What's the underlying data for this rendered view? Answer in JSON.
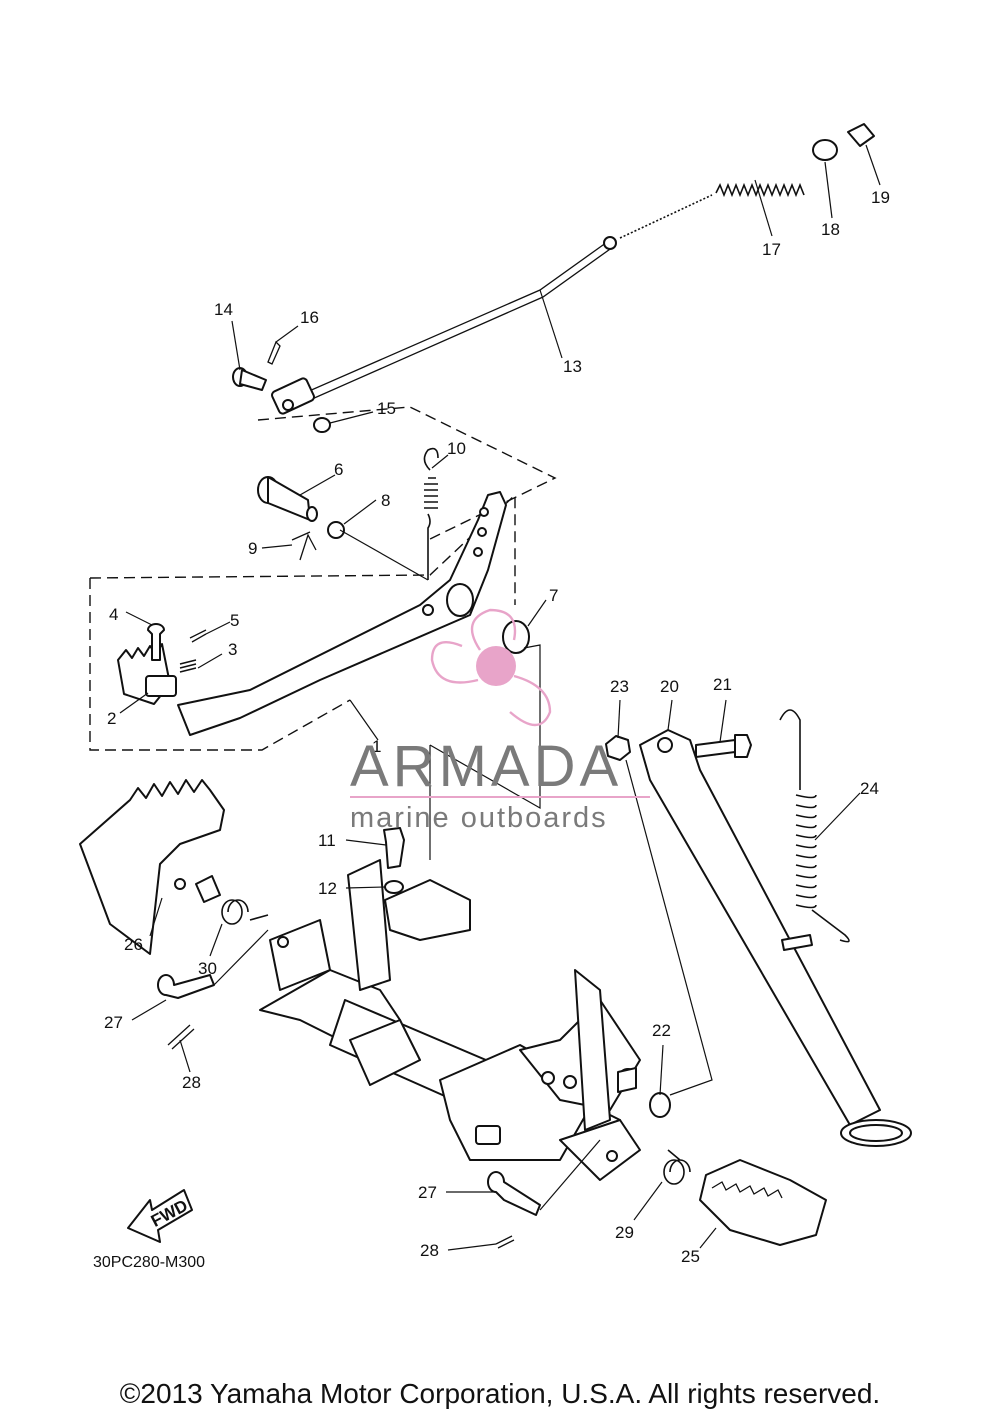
{
  "diagram": {
    "part_code": "30PC280-M300",
    "fwd_label": "FWD",
    "callouts": [
      "1",
      "2",
      "3",
      "4",
      "5",
      "6",
      "7",
      "8",
      "9",
      "10",
      "11",
      "12",
      "13",
      "14",
      "15",
      "16",
      "17",
      "18",
      "19",
      "20",
      "21",
      "22",
      "23",
      "24",
      "25",
      "26",
      "27",
      "28",
      "29",
      "30"
    ],
    "callout_27b": "27",
    "callout_28b": "28"
  },
  "watermark": {
    "brand": "ARMADA",
    "tagline": "marine outboards",
    "logo_color": "#e8a4c9",
    "text_color": "#7a7a7a"
  },
  "footer": {
    "copyright": "©2013 Yamaha Motor Corporation, U.S.A. All rights reserved."
  }
}
